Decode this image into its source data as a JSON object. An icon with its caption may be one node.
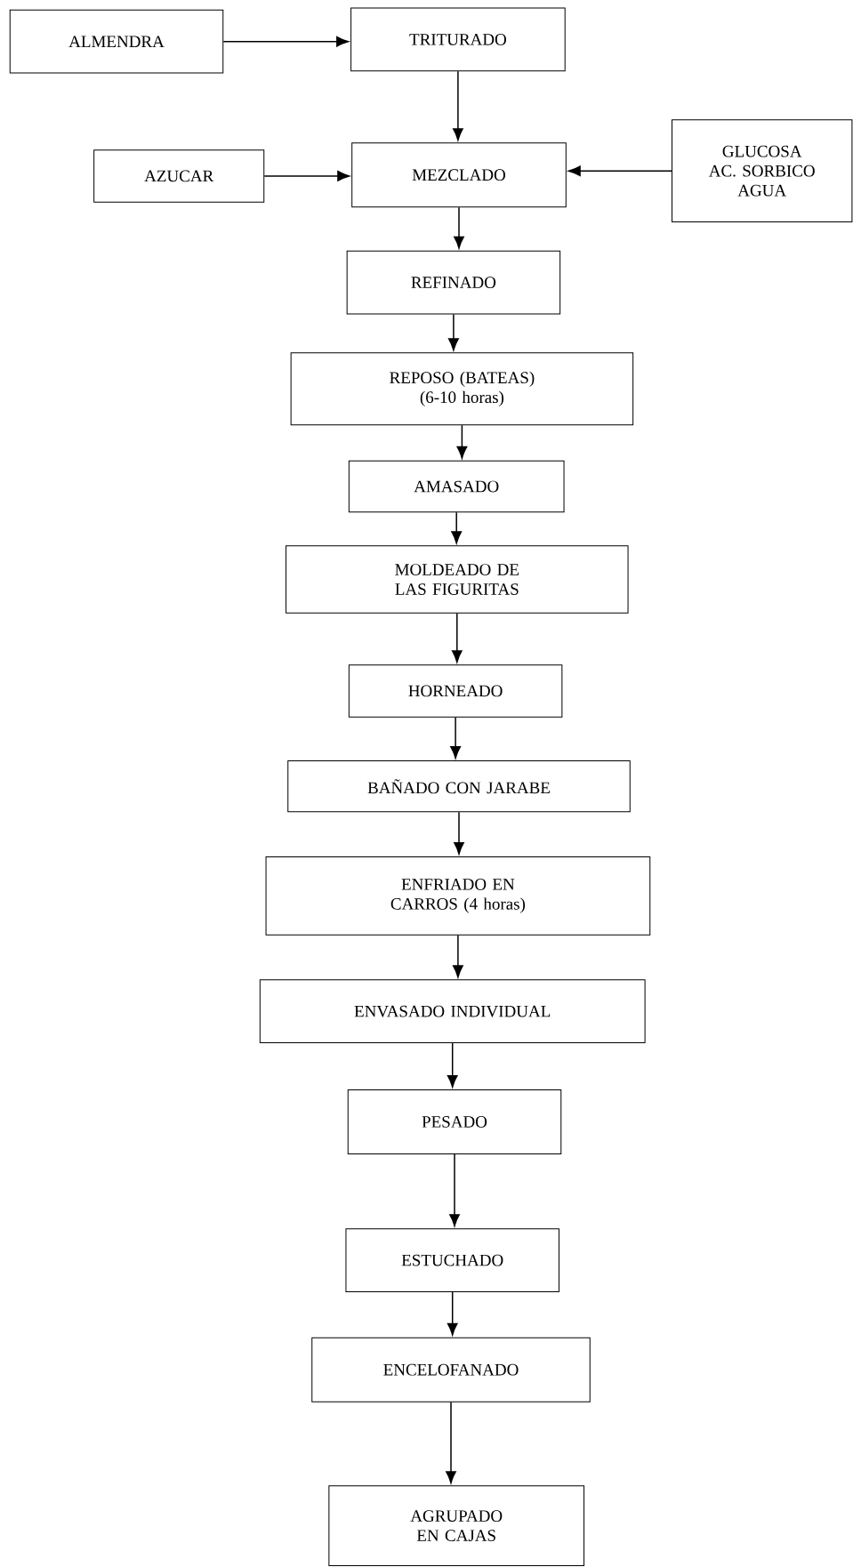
{
  "diagram": {
    "nodes": [
      {
        "text": [
          "ALMENDRA"
        ]
      },
      {
        "text": [
          "TRITURADO"
        ]
      },
      {
        "text": [
          "AZUCAR"
        ]
      },
      {
        "text": [
          "MEZCLADO"
        ]
      },
      {
        "text": [
          "GLUCOSA AC. SORBICO AGUA"
        ]
      },
      {
        "text": [
          "REFINADO"
        ]
      },
      {
        "text": [
          "REPOSO (BATEAS) (6-10 horas)"
        ]
      },
      {
        "text": [
          "AMASADO"
        ]
      },
      {
        "text": [
          "MOLDEADO DE LAS FIGURITAS"
        ]
      },
      {
        "text": [
          "HORNEADO"
        ]
      },
      {
        "text": [
          "BAÑADO CON JARABE"
        ]
      },
      {
        "text": [
          "ENFRIADO EN CARROS (4 horas)"
        ]
      },
      {
        "text": [
          "ENVASADO INDIVIDUAL"
        ]
      },
      {
        "text": [
          "PESADO"
        ]
      },
      {
        "text": [
          "ESTUCHADO"
        ]
      },
      {
        "text": [
          "ENCELOFANADO"
        ]
      },
      {
        "text": [
          "AGRUPADO EN CAJAS"
        ]
      }
    ],
    "edges": [
      {
        "from": 0,
        "to": 1,
        "arrow": "to"
      },
      {
        "from": 1,
        "to": 3,
        "arrow": "to"
      },
      {
        "from": 2,
        "to": 3,
        "arrow": "to"
      },
      {
        "from": 4,
        "to": 3,
        "arrow": "to"
      },
      {
        "from": 3,
        "to": 5,
        "arrow": "to"
      },
      {
        "from": 5,
        "to": 6,
        "arrow": "to"
      },
      {
        "from": 6,
        "to": 7,
        "arrow": "to"
      },
      {
        "from": 7,
        "to": 8,
        "arrow": "to"
      },
      {
        "from": 8,
        "to": 9,
        "arrow": "to"
      },
      {
        "from": 9,
        "to": 10,
        "arrow": "to"
      },
      {
        "from": 10,
        "to": 11,
        "arrow": "to"
      },
      {
        "from": 11,
        "to": 12,
        "arrow": "to"
      },
      {
        "from": 12,
        "to": 13,
        "arrow": "to"
      },
      {
        "from": 13,
        "to": 14,
        "arrow": "to"
      },
      {
        "from": 14,
        "to": 15,
        "arrow": "to"
      },
      {
        "from": 15,
        "to": 16,
        "arrow": "to"
      }
    ]
  }
}
